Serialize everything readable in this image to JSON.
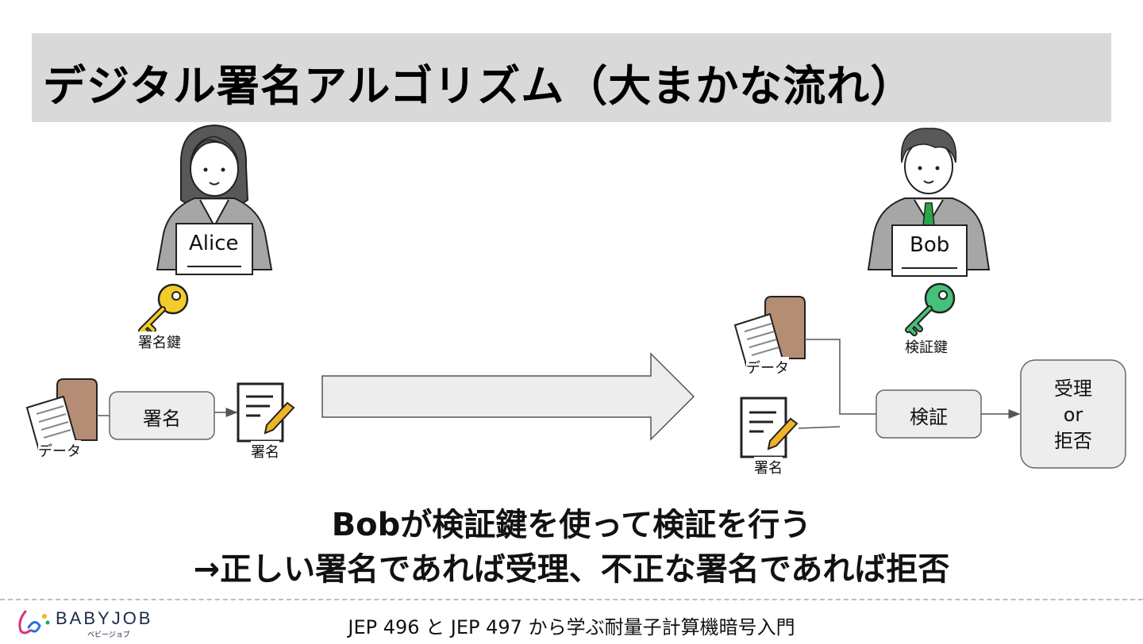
{
  "title": "デジタル署名アルゴリズム（大まかな流れ）",
  "alice": {
    "name": "Alice",
    "key_label": "署名鍵"
  },
  "bob": {
    "name": "Bob",
    "key_label": "検証鍵"
  },
  "left": {
    "data_label": "データ",
    "sign_box": "署名",
    "signature_label": "署名"
  },
  "right": {
    "data_label": "データ",
    "signature_label": "署名",
    "verify_box": "検証",
    "result_lines": [
      "受理",
      "or",
      "拒否"
    ]
  },
  "conclusion": {
    "line1": "Bobが検証鍵を使って検証を行う",
    "line2": "→正しい署名であれば受理、不正な署名であれば拒否"
  },
  "footer": {
    "text": "JEP 496 と JEP 497 から学ぶ耐量子計算機暗号入門",
    "logo_word": "BABYJOB",
    "logo_kana": "ベビージョブ"
  },
  "colors": {
    "title_bg": "#d9d9d9",
    "box_bg": "#ededed",
    "envelope": "#b58d74",
    "alice_key": "#f2cd2a",
    "bob_key": "#46c07a",
    "bob_tie": "#2aa64a",
    "suit": "#a6a6a6"
  }
}
